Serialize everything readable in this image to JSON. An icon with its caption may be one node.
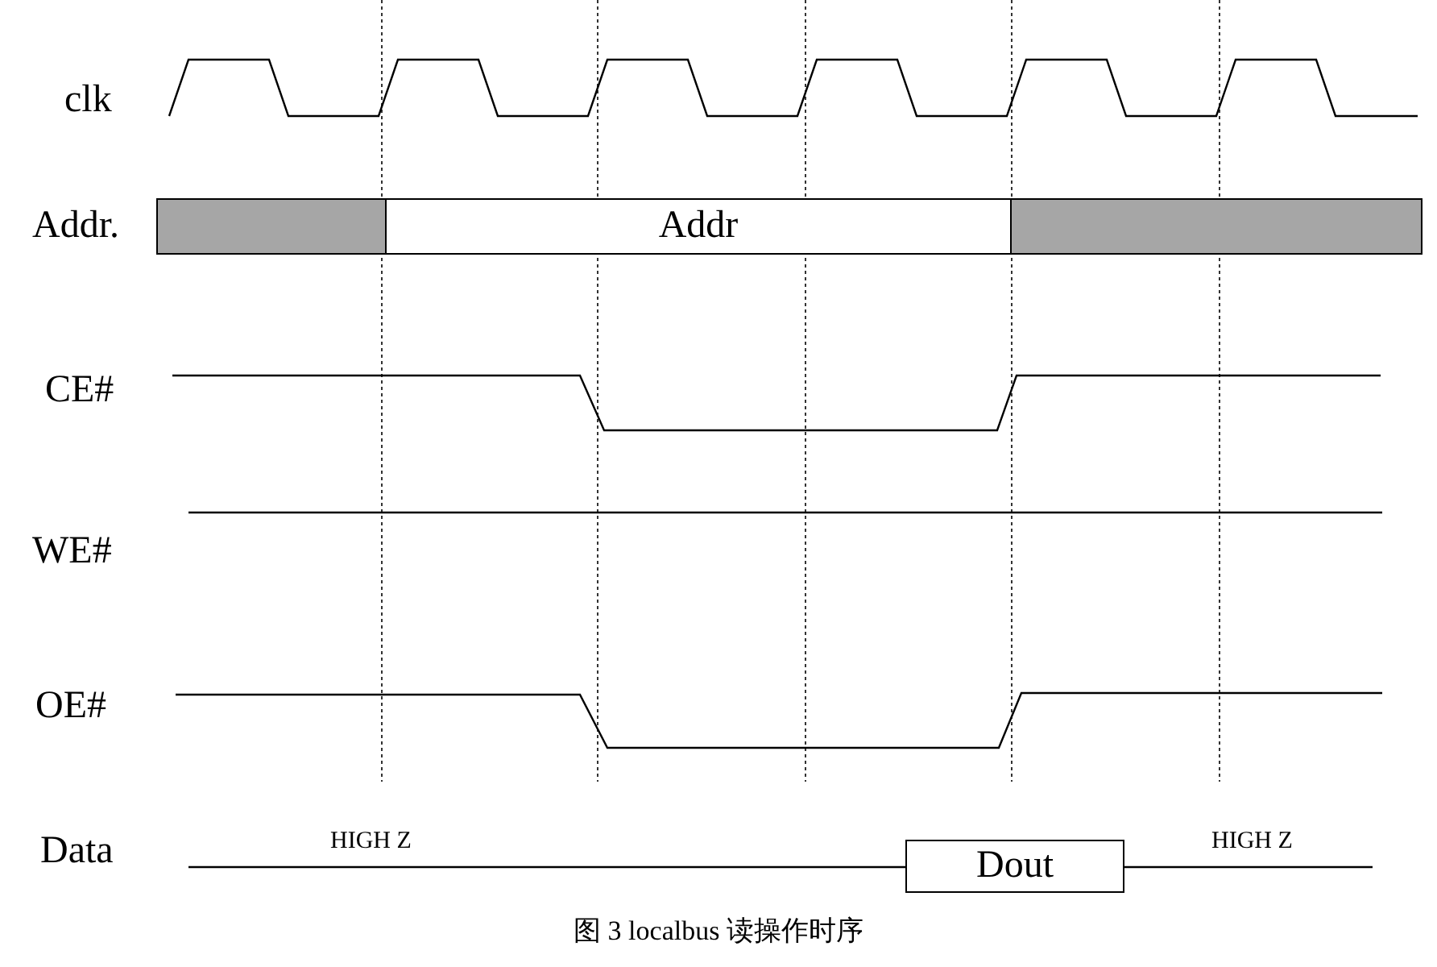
{
  "diagram": {
    "caption": "图 3 localbus 读操作时序",
    "nodes": [
      {
        "text": [],
        "shape": "bar"
      },
      {
        "text": [
          "Addr"
        ]
      },
      {
        "text": [],
        "shape": "bar"
      },
      {
        "text": [
          "Dout"
        ]
      }
    ],
    "labels": [
      "clk",
      "Addr.",
      "CE#",
      "WE#",
      "OE#",
      "Data",
      "HIGH Z",
      "HIGH Z"
    ]
  }
}
